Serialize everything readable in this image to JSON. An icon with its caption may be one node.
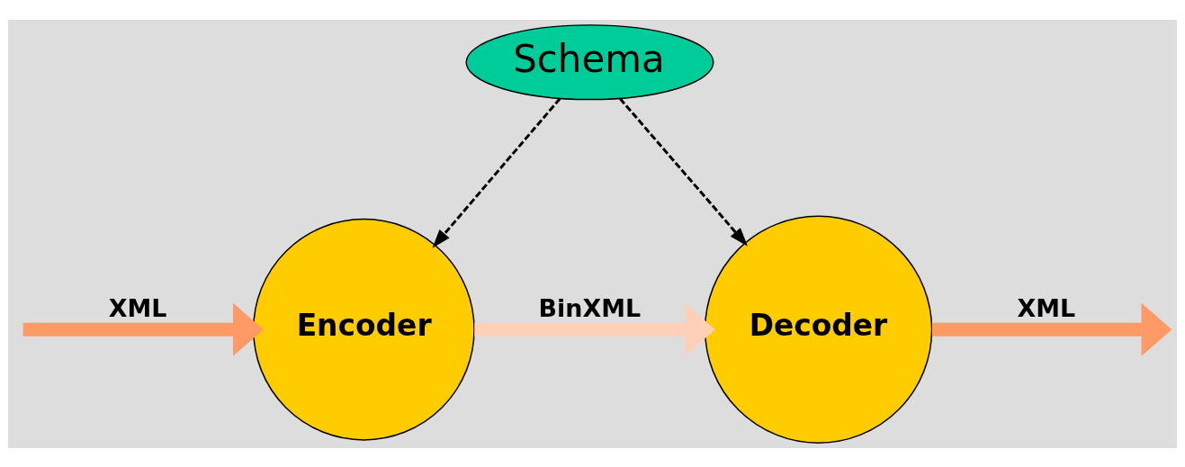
{
  "diagram": {
    "nodes": [
      {
        "text": [
          "Schema"
        ]
      },
      {
        "text": [
          "Encoder"
        ]
      },
      {
        "text": [
          "Decoder"
        ]
      }
    ],
    "edges": [
      {
        "from": 0,
        "to": 1,
        "arrow": "to",
        "style": "dashed"
      },
      {
        "from": 0,
        "to": 2,
        "arrow": "to",
        "style": "dashed"
      },
      {
        "from": null,
        "to": 1,
        "arrow": "to",
        "label": "XML",
        "color": "#ff9966"
      },
      {
        "from": 1,
        "to": 2,
        "arrow": "to",
        "label": "BinXML",
        "color": "#ffd0b8"
      },
      {
        "from": 2,
        "to": null,
        "arrow": "to",
        "label": "XML",
        "color": "#ff9966"
      }
    ]
  }
}
